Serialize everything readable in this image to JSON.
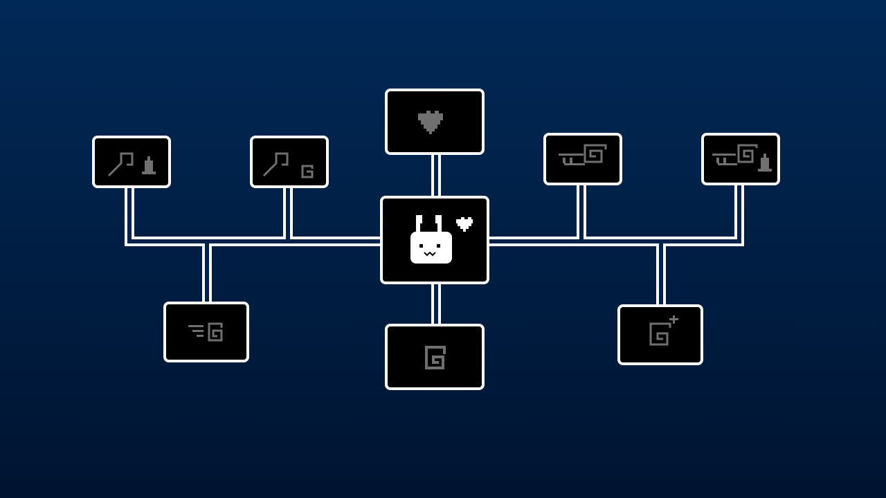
{
  "scene": {
    "type": "upgrade-tree",
    "background_top": "#012957",
    "background_bottom": "#001431"
  },
  "colors": {
    "wire": "#ffffff",
    "node_fill": "#000000",
    "node_border": "#ffffff",
    "icon_locked": "#707070",
    "icon_active": "#ffffff"
  },
  "nodes": [
    {
      "id": "center",
      "icon": "bunny-heart-icon",
      "state": "active"
    },
    {
      "id": "top",
      "icon": "heart-icon",
      "state": "locked"
    },
    {
      "id": "bottom",
      "icon": "spiral-icon",
      "state": "locked"
    },
    {
      "id": "left-1",
      "icon": "hook-bell-icon",
      "state": "locked"
    },
    {
      "id": "left-2",
      "icon": "hook-spiral-icon",
      "state": "locked"
    },
    {
      "id": "left-lower",
      "icon": "dash-spiral-icon",
      "state": "locked"
    },
    {
      "id": "right-1",
      "icon": "long-dash-spiral-icon",
      "state": "locked"
    },
    {
      "id": "right-2",
      "icon": "long-dash-spiral-bell-icon",
      "state": "locked"
    },
    {
      "id": "right-lower",
      "icon": "spiral-plus-icon",
      "state": "locked"
    }
  ]
}
